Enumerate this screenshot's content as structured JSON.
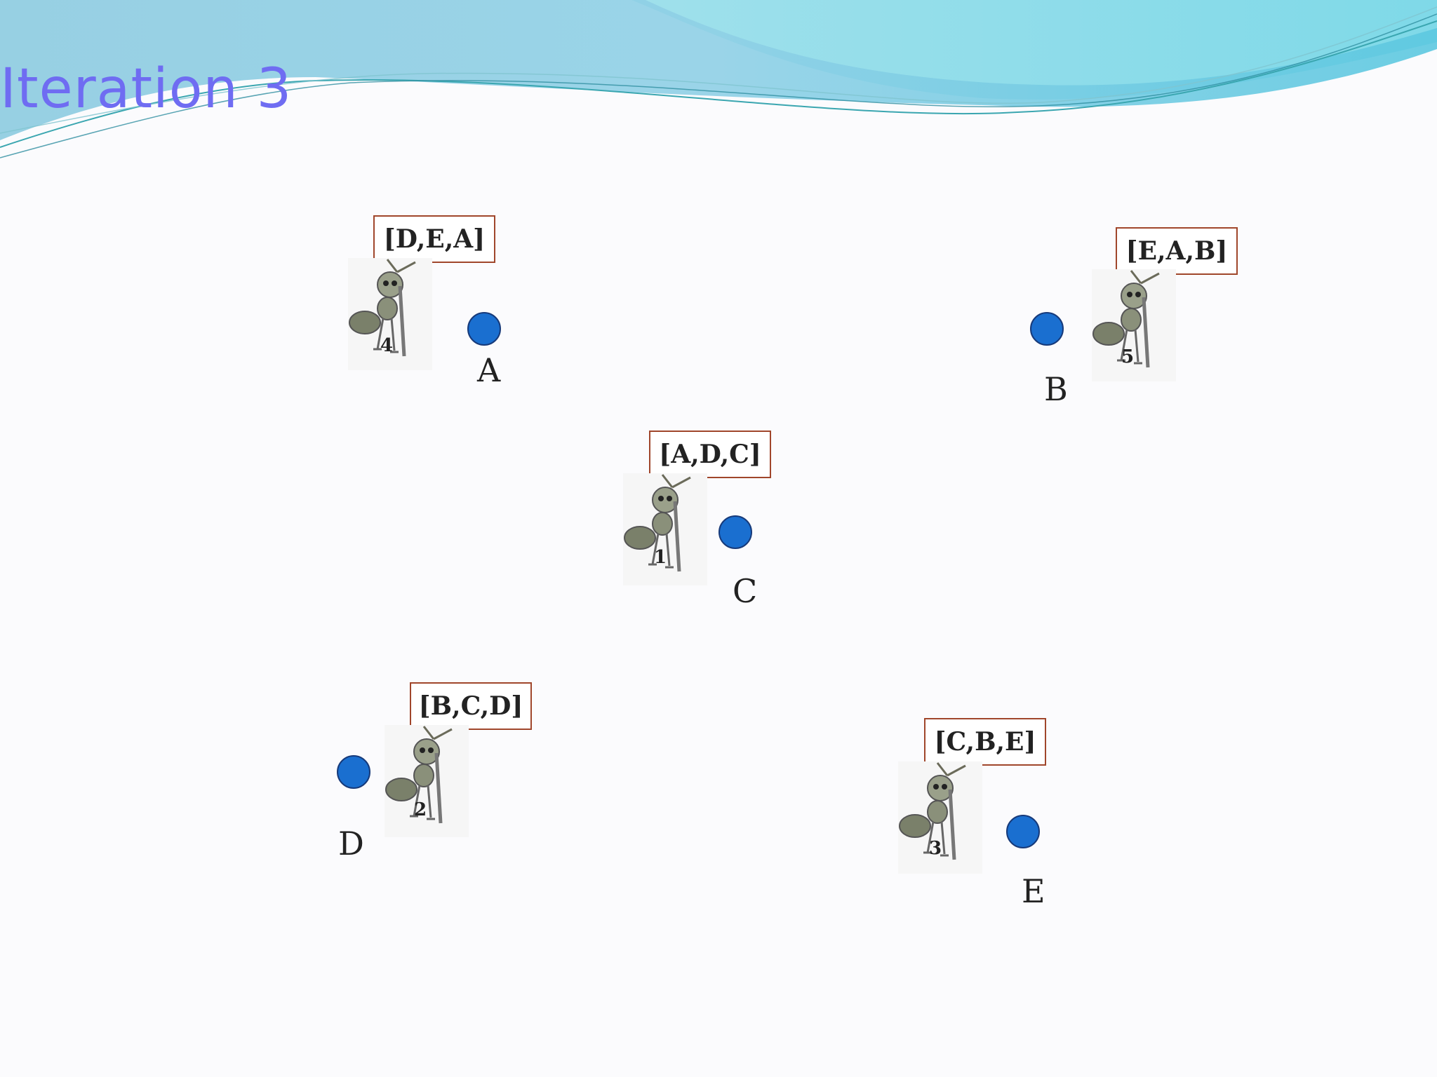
{
  "slide": {
    "title": "Iteration 3"
  },
  "nodes": [
    {
      "id": "A",
      "label": "A"
    },
    {
      "id": "B",
      "label": "B"
    },
    {
      "id": "C",
      "label": "C"
    },
    {
      "id": "D",
      "label": "D"
    },
    {
      "id": "E",
      "label": "E"
    }
  ],
  "ants": [
    {
      "number": "4",
      "tour": "[D,E,A]"
    },
    {
      "number": "5",
      "tour": "[E,A,B]"
    },
    {
      "number": "1",
      "tour": "[A,D,C]"
    },
    {
      "number": "2",
      "tour": "[B,C,D]"
    },
    {
      "number": "3",
      "tour": "[C,B,E]"
    }
  ],
  "colors": {
    "node_fill": "#1a6fd0",
    "tour_border": "#a0462b",
    "title": "#6f6cf2"
  },
  "icons": {
    "ant": "ant-icon"
  }
}
